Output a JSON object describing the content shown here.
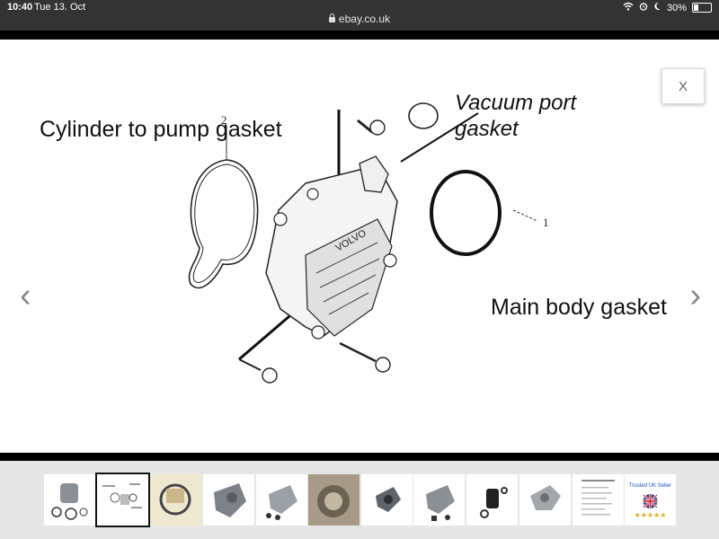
{
  "status_bar": {
    "time": "10:40",
    "date": "Tue 13. Oct",
    "battery_percent": "30%",
    "battery_level": 0.3
  },
  "address_bar": {
    "url": "ebay.co.uk"
  },
  "viewer": {
    "close_label": "X",
    "prev_icon": "chevron-left-icon",
    "next_icon": "chevron-right-icon",
    "diagram": {
      "label_cylinder": "Cylinder to pump gasket",
      "label_vacuum_line1": "Vacuum port",
      "label_vacuum_line2": "gasket",
      "label_main_body": "Main body gasket",
      "callout_2": "2",
      "callout_1": "1",
      "brand_text": "VOLVO"
    }
  },
  "thumbnails": {
    "selected_index": 1,
    "count": 12,
    "trusted_seller_text": "Trusted UK Seller",
    "trusted_seller_stars": "★★★★★"
  },
  "colors": {
    "status_bar": "#333333",
    "strip": "#e6e6e6",
    "stars": "#e0b020"
  }
}
